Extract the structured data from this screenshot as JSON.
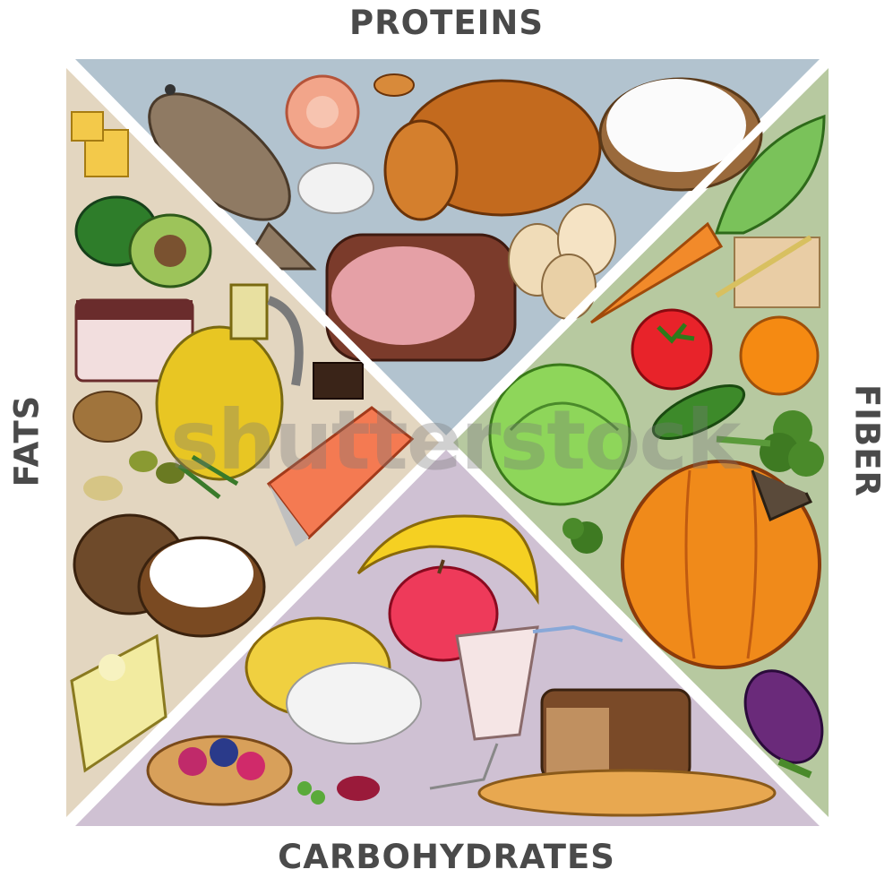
{
  "labels": {
    "top": "PROTEINS",
    "bottom": "CARBOHYDRATES",
    "left": "FATS",
    "right": "FIBER"
  },
  "watermark": "shutterstock",
  "colors": {
    "proteins_bg": "#b2c3cf",
    "fats_bg": "#e3d6c0",
    "fiber_bg": "#b7c9a0",
    "carbs_bg": "#cfc1d3"
  }
}
